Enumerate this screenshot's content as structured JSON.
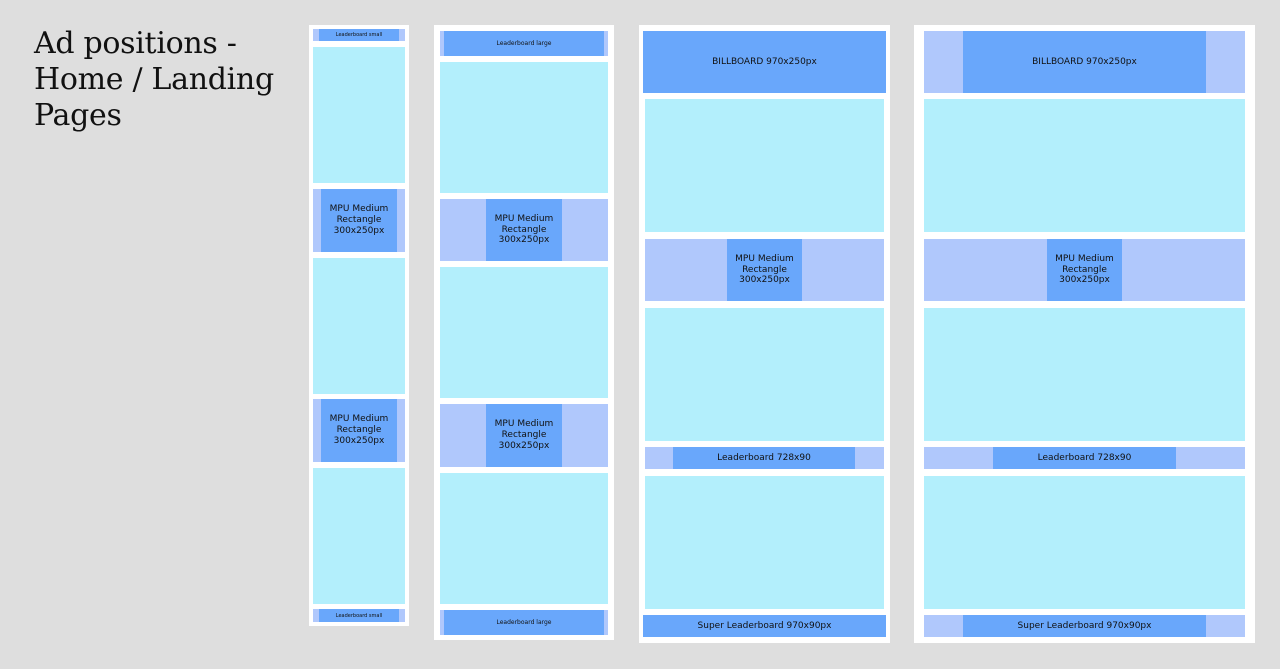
{
  "title": "Ad positions -\nHome / Landing\nPages",
  "ads": {
    "leaderboard_small": "Leaderboard small",
    "leaderboard_large": "Leaderboard large",
    "mpu": "MPU Medium\nRectangle\n300x250px",
    "billboard": "BILLBOARD 970x250px",
    "leaderboard_728": "Leaderboard 728x90",
    "super_leaderboard": "Super Leaderboard 970x90px"
  },
  "colors": {
    "background": "#dedede",
    "frame": "#ffffff",
    "content_block": "#b3effc",
    "ad_slot_background": "#b0c8fc",
    "ad_unit": "#69a7fb"
  }
}
